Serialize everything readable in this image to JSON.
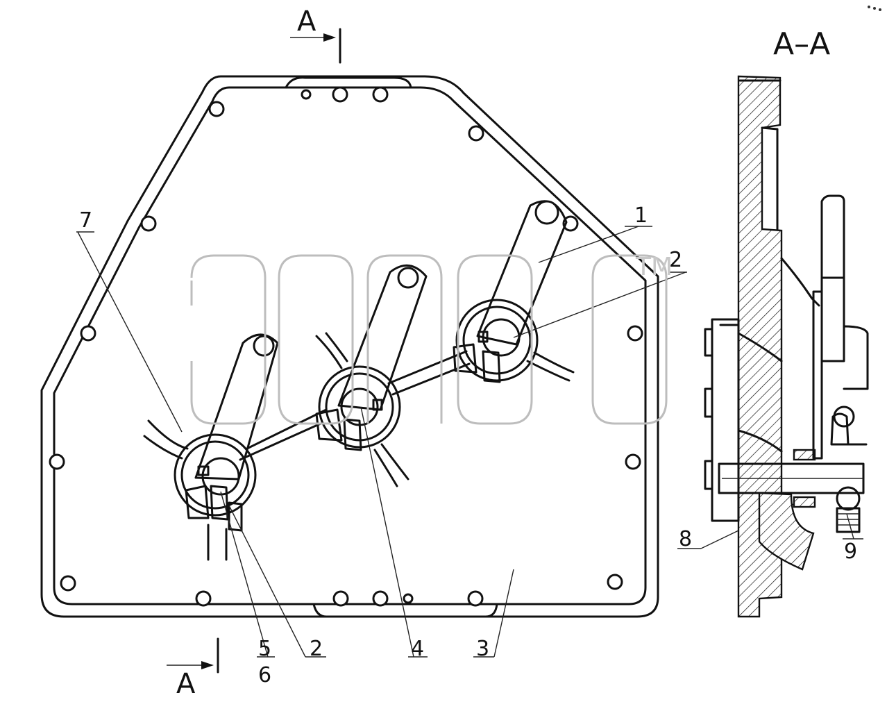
{
  "section_labels": {
    "arrow_top": "A",
    "arrow_bottom": "A",
    "section_title": "A–A"
  },
  "callouts": [
    "1",
    "2",
    "2",
    "3",
    "4",
    "5",
    "6",
    "7",
    "8",
    "9"
  ],
  "watermark": {
    "mark": "TM"
  }
}
